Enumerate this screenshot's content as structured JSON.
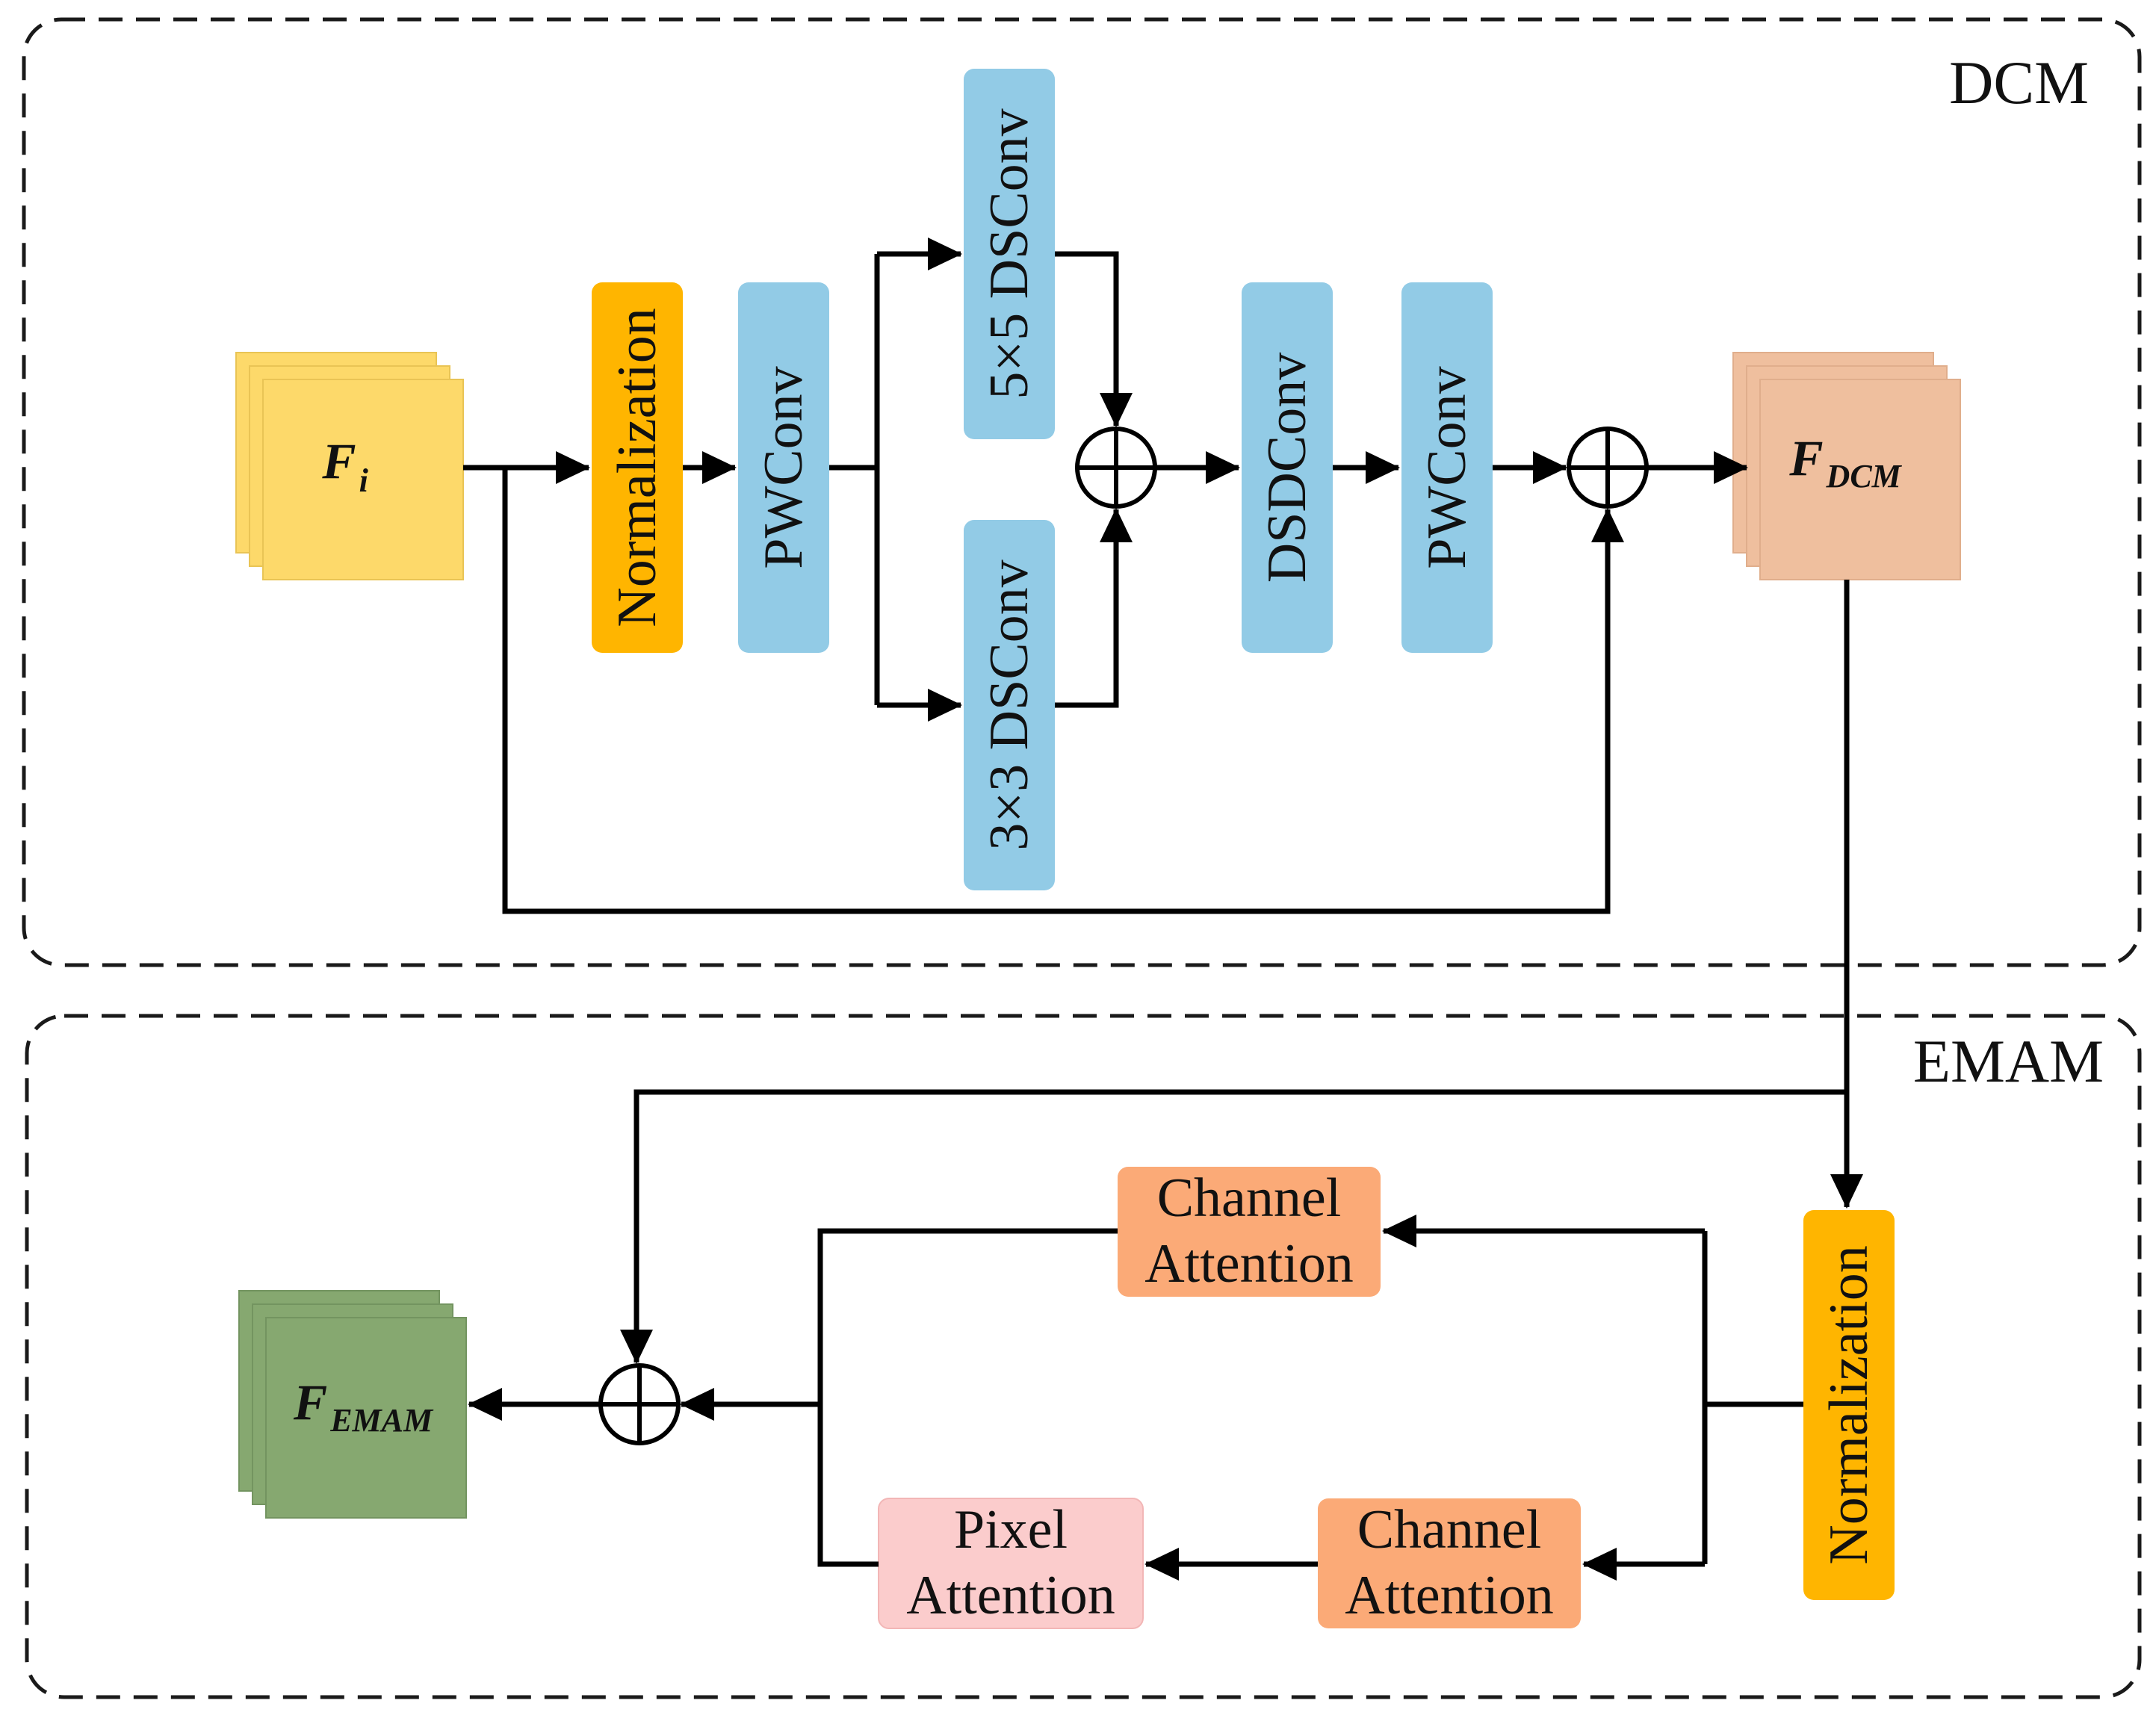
{
  "sections": {
    "dcm": "DCM",
    "emam": "EMAM"
  },
  "features": {
    "input": {
      "main": "F",
      "sub": "i"
    },
    "dcm_out": {
      "main": "F",
      "sub": "DCM"
    },
    "emam_out": {
      "main": "F",
      "sub": "EMAM"
    }
  },
  "dcm_blocks": {
    "norm": "Normalization",
    "pwconv1": "PWConv",
    "ds5": "5×5 DSConv",
    "ds3": "3×3 DSConv",
    "dsdconv": "DSDConv",
    "pwconv2": "PWConv"
  },
  "emam_blocks": {
    "norm": "Normalization",
    "ca_top": [
      "Channel",
      "Attention"
    ],
    "ca_bottom": [
      "Channel",
      "Attention"
    ],
    "pa": [
      "Pixel",
      "Attention"
    ]
  },
  "colors": {
    "normalization": "#FFB500",
    "conv": "#92CBE6",
    "input_feature": "#FDD96A",
    "dcm_feature": "#EFBF9E",
    "emam_feature": "#86A870",
    "channel_attention": "#FBAA77",
    "pixel_attention": "#FBCCCC"
  }
}
